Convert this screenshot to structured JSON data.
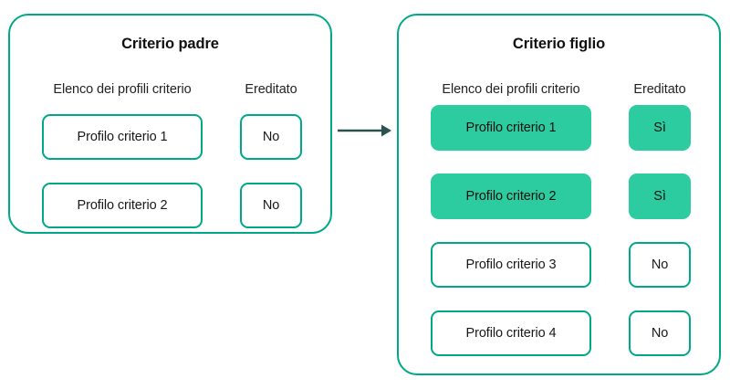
{
  "diagram": {
    "arrow": {
      "icon": "arrow-right-icon",
      "color": "#2a5350",
      "direction": "left-to-right"
    },
    "colors": {
      "panel_border": "#00a887",
      "box_border": "#00a887",
      "box_fill_inherited": "#2dcca0",
      "text": "#12100e",
      "background": "#ffffff"
    },
    "panels": [
      {
        "id": "parent",
        "title": "Criterio padre",
        "columns": {
          "profiles": "Elenco dei profili criterio",
          "inherited": "Ereditato"
        },
        "rows": [
          {
            "profile": "Profilo criterio 1",
            "inherited": "No",
            "highlighted": false
          },
          {
            "profile": "Profilo criterio 2",
            "inherited": "No",
            "highlighted": false
          }
        ]
      },
      {
        "id": "child",
        "title": "Criterio figlio",
        "columns": {
          "profiles": "Elenco dei profili criterio",
          "inherited": "Ereditato"
        },
        "rows": [
          {
            "profile": "Profilo criterio 1",
            "inherited": "Sì",
            "highlighted": true
          },
          {
            "profile": "Profilo criterio 2",
            "inherited": "Sì",
            "highlighted": true
          },
          {
            "profile": "Profilo criterio 3",
            "inherited": "No",
            "highlighted": false
          },
          {
            "profile": "Profilo criterio 4",
            "inherited": "No",
            "highlighted": false
          }
        ]
      }
    ]
  }
}
